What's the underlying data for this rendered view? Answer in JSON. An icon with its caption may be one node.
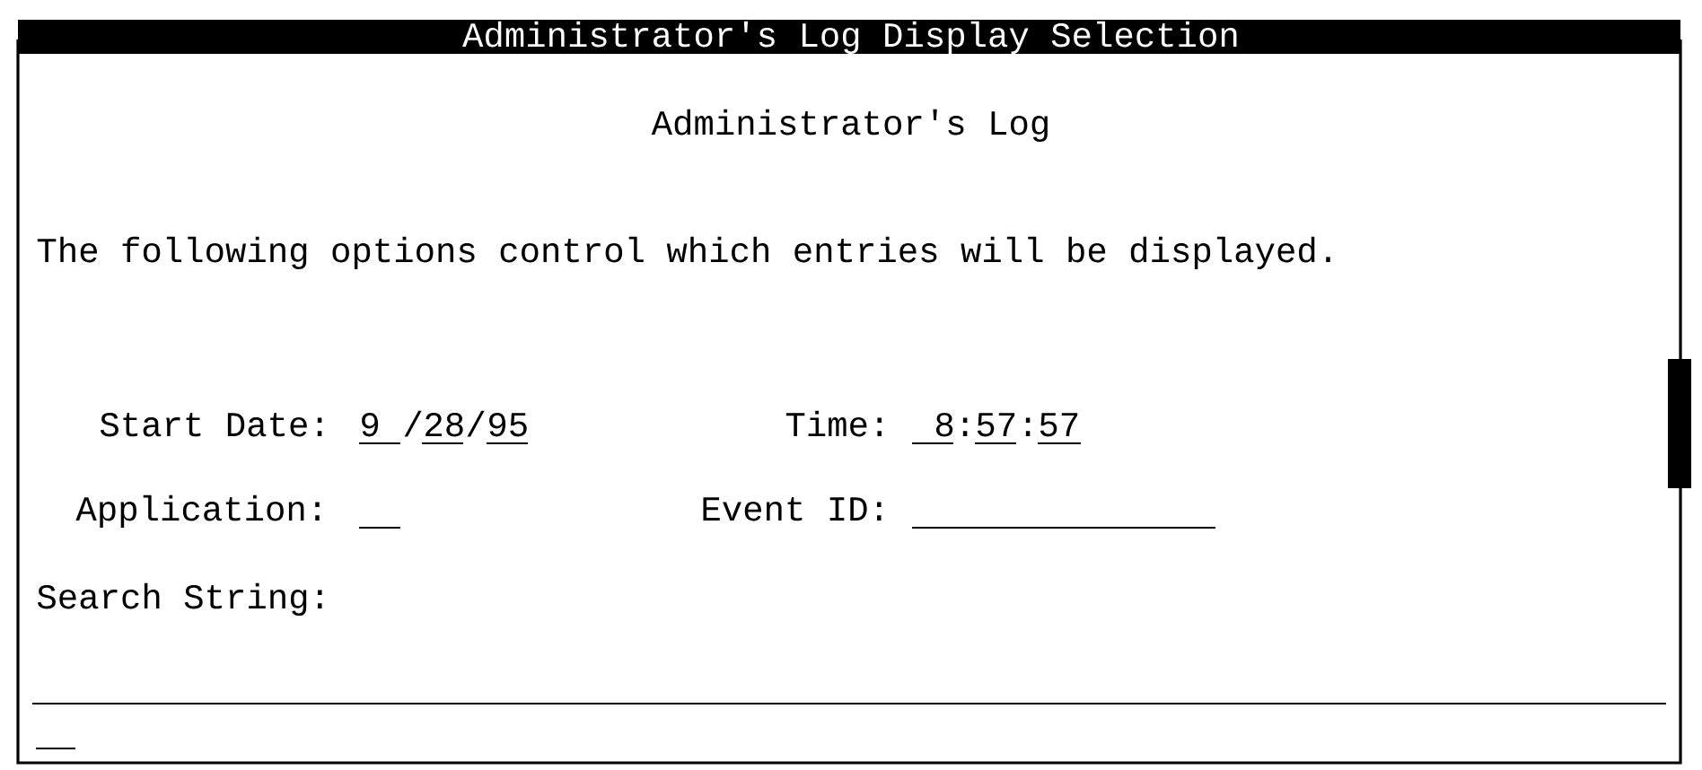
{
  "diagram": {
    "title": "Administrator's Log Display Selection",
    "labels": [
      "Administrator's Log",
      "The following options control which entries will be displayed.",
      "Start Date:",
      "9",
      "/",
      "28",
      "/",
      "95",
      "Time:",
      "8",
      ":",
      "57",
      ":",
      "57",
      "Application:",
      "Event ID:",
      "Search String:"
    ]
  }
}
